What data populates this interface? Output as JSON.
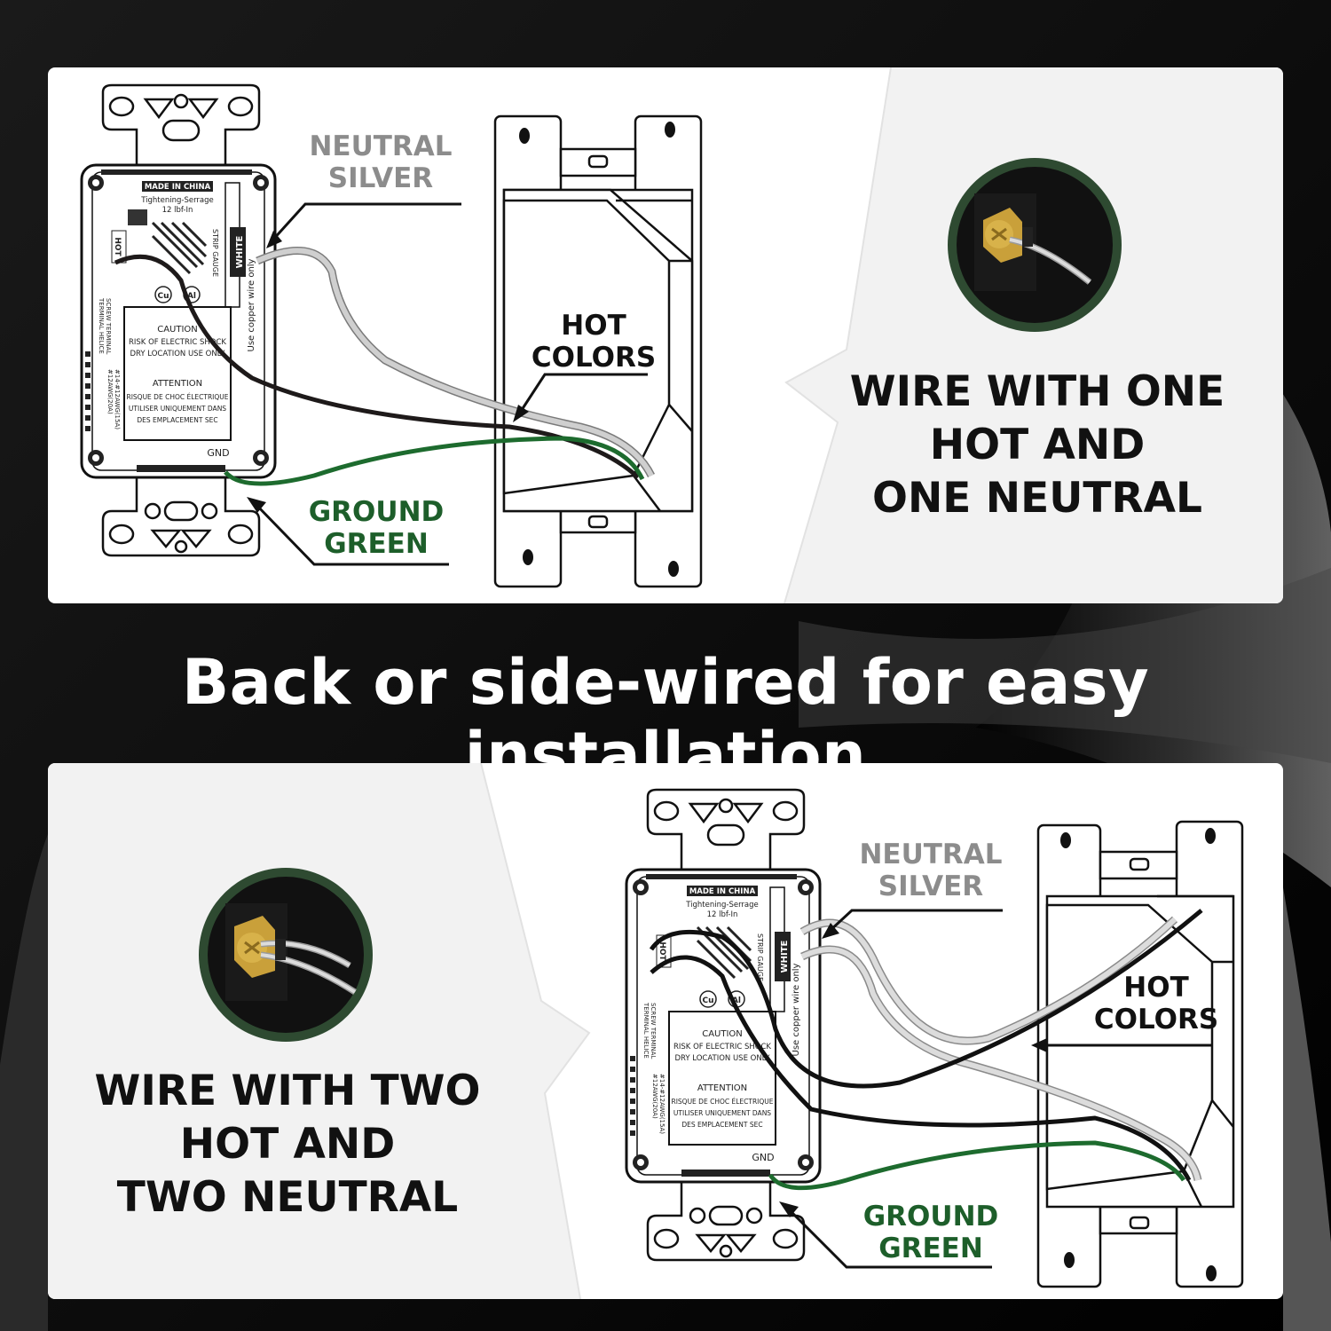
{
  "headline": "Back or side-wired for easy installation",
  "top_panel": {
    "neutral_label": [
      "NEUTRAL",
      "SILVER"
    ],
    "hot_label": [
      "HOT",
      "COLORS"
    ],
    "ground_label": [
      "GROUND",
      "GREEN"
    ],
    "caption": [
      "WIRE WITH ONE",
      "HOT AND",
      "ONE NEUTRAL"
    ],
    "zoom_icon": "screw-terminal-one-wire-icon"
  },
  "bottom_panel": {
    "neutral_label": [
      "NEUTRAL",
      "SILVER"
    ],
    "hot_label": [
      "HOT",
      "COLORS"
    ],
    "ground_label": [
      "GROUND",
      "GREEN"
    ],
    "caption": [
      "WIRE WITH TWO",
      "HOT AND",
      "TWO NEUTRAL"
    ],
    "zoom_icon": "screw-terminal-two-wires-icon"
  },
  "device_markings": {
    "made_in": "MADE IN CHINA",
    "torque": "Tightening-Serrage",
    "torque_value": "12 lbf-In",
    "strip_gauge": "STRIP GAUGE",
    "white": "WHITE",
    "hot": "HOT",
    "cu": "Cu",
    "al": "Al",
    "caution_title": "CAUTION",
    "caution_line1": "RISK OF ELECTRIC SHOCK",
    "caution_line2": "DRY LOCATION USE ONLY",
    "attention_title": "ATTENTION",
    "attention_line1": "RISQUE DE CHOC ÉLECTRIQUE",
    "attention_line2": "UTILISER UNIQUEMENT DANS",
    "attention_line3": "DES EMPLACEMENT SEC",
    "copper_only": "Use copper wire only",
    "screw_terminal": "SCREW TERMINAL",
    "terminal_helice": "TERMINAL HELICE",
    "awg1": "#14-#12AWG(15A)",
    "awg2": "#12AWG(20A)",
    "gnd": "GND"
  },
  "colors": {
    "ground_green": "#1d6b2e",
    "neutral_silver": "#c8c8c8",
    "hot_black": "#1a1a1a",
    "zoom_ring": "#2e4a31"
  }
}
